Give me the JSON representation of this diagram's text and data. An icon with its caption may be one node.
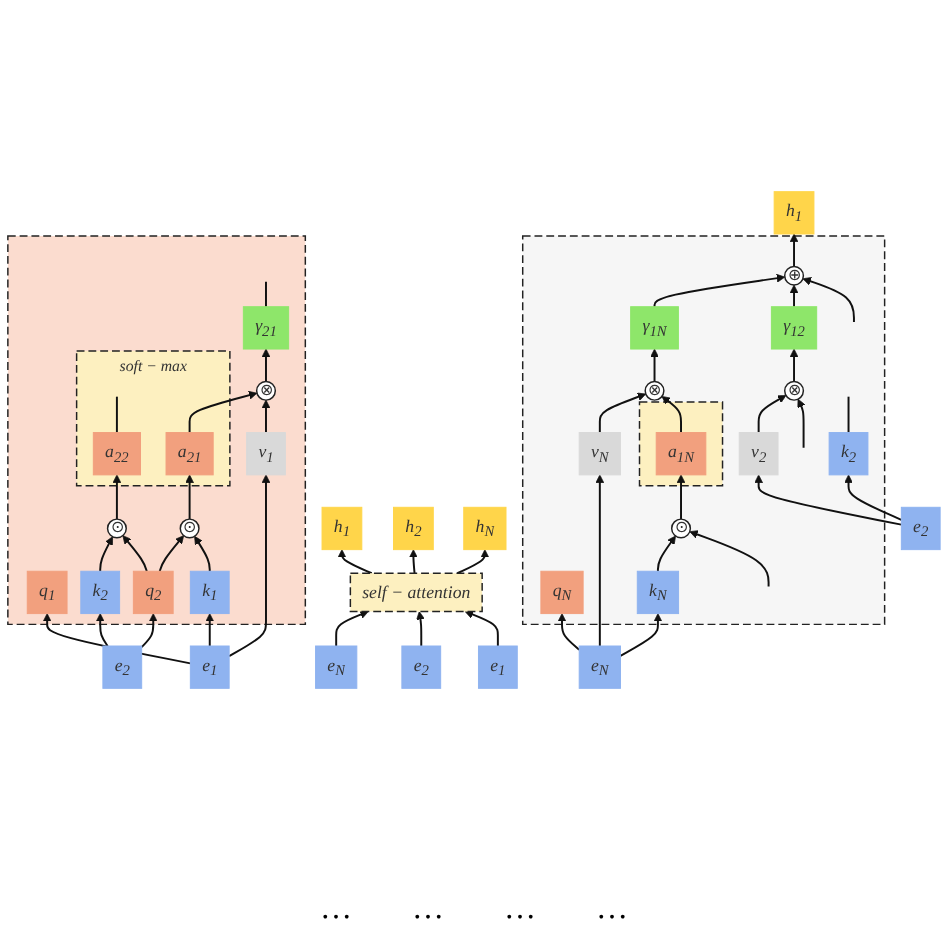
{
  "diagram": {
    "nodes": [
      {
        "text": [
          "h$_{1}$"
        ]
      },
      {
        "text": [],
        "shape": "box"
      },
      {
        "text": [
          "⊕"
        ],
        "in": 1
      },
      {
        "text": [
          "γ$_{12}$"
        ],
        "in": 1
      },
      {
        "text": [
          "γ$_{1N}$"
        ],
        "in": 1
      },
      {
        "text": [
          "⊗"
        ],
        "in": 1
      },
      {
        "text": [
          "⊗"
        ],
        "in": 1
      },
      {
        "text": [],
        "shape": "box",
        "in": 1
      },
      {
        "text": [
          "a$_{1N}$"
        ],
        "in": 7
      },
      {
        "text": [
          "⊙"
        ],
        "in": 1
      },
      {
        "text": [
          "k$_{2}$"
        ],
        "in": 1
      },
      {
        "text": [
          "v$_{2}$"
        ],
        "in": 1
      },
      {
        "text": [
          "q$_{N}$"
        ],
        "in": 1
      },
      {
        "text": [
          "k$_{N}$"
        ],
        "in": 1
      },
      {
        "text": [
          "v$_{N}$"
        ],
        "in": 1
      },
      {
        "text": [
          "e$_{2}$"
        ]
      },
      {
        "text": [
          "e$_{N}$"
        ]
      },
      {
        "text": [],
        "shape": "box"
      },
      {
        "text": [
          "γ$_{21}$"
        ],
        "in": 17
      },
      {
        "text": [
          "⊗"
        ],
        "in": 17
      },
      {
        "text": [
          "soft − max"
        ],
        "in": 17
      },
      {
        "text": [
          "a$_{21}$"
        ],
        "in": 20
      },
      {
        "text": [
          "a$_{22}$"
        ],
        "in": 20
      },
      {
        "text": [
          "⊙"
        ],
        "in": 17
      },
      {
        "text": [
          "⊙"
        ],
        "in": 17
      },
      {
        "text": [
          "q$_{1}$"
        ],
        "in": 17
      },
      {
        "text": [
          "k$_{1}$"
        ],
        "in": 17
      },
      {
        "text": [
          "v$_{1}$"
        ],
        "in": 17
      },
      {
        "text": [
          "q$_{2}$"
        ],
        "in": 17
      },
      {
        "text": [
          "k$_{2}$"
        ],
        "in": 17
      },
      {
        "text": [
          "e$_{1}$"
        ]
      },
      {
        "text": [
          "e$_{2}$"
        ]
      },
      {
        "text": [
          "h$_{1}$"
        ]
      },
      {
        "text": [
          "h$_{2}$"
        ]
      },
      {
        "text": [
          "h$_{N}$"
        ]
      },
      {
        "text": [
          "self − attention"
        ]
      },
      {
        "text": [
          "e$_{1}$"
        ]
      },
      {
        "text": [
          "e$_{2}$"
        ]
      },
      {
        "text": [
          "e$_{N}$"
        ]
      }
    ],
    "edges": [
      {
        "from": 2,
        "to": 0,
        "arrow": "to"
      },
      {
        "from": null,
        "to": 2,
        "arrow": "to"
      },
      {
        "from": 3,
        "to": 2,
        "arrow": "to"
      },
      {
        "from": 4,
        "to": 2,
        "arrow": "to"
      },
      {
        "from": 5,
        "to": 3,
        "arrow": "to"
      },
      {
        "from": 6,
        "to": 4,
        "arrow": "to"
      },
      {
        "from": null,
        "to": 5,
        "arrow": "to"
      },
      {
        "from": 11,
        "to": 5,
        "arrow": "to"
      },
      {
        "from": 8,
        "to": 6,
        "arrow": "to"
      },
      {
        "from": 14,
        "to": 6,
        "arrow": "to"
      },
      {
        "from": 9,
        "to": 8,
        "arrow": "to"
      },
      {
        "from": null,
        "to": 9,
        "arrow": "to"
      },
      {
        "from": 13,
        "to": 9,
        "arrow": "to"
      },
      {
        "from": 10,
        "to": null,
        "arrow": "none"
      },
      {
        "from": 15,
        "to": 10,
        "arrow": "to"
      },
      {
        "from": 15,
        "to": 11,
        "arrow": "to"
      },
      {
        "from": 16,
        "to": 12,
        "arrow": "to"
      },
      {
        "from": 16,
        "to": 13,
        "arrow": "to"
      },
      {
        "from": 16,
        "to": 14,
        "arrow": "to"
      },
      {
        "from": 18,
        "to": null,
        "arrow": "none"
      },
      {
        "from": 19,
        "to": 18,
        "arrow": "to"
      },
      {
        "from": 21,
        "to": 19,
        "arrow": "to"
      },
      {
        "from": 27,
        "to": 19,
        "arrow": "to"
      },
      {
        "from": 22,
        "to": null,
        "arrow": "none"
      },
      {
        "from": 23,
        "to": 21,
        "arrow": "to"
      },
      {
        "from": 24,
        "to": 22,
        "arrow": "to"
      },
      {
        "from": 26,
        "to": 23,
        "arrow": "to"
      },
      {
        "from": 28,
        "to": 23,
        "arrow": "to"
      },
      {
        "from": 28,
        "to": 24,
        "arrow": "to"
      },
      {
        "from": 29,
        "to": 24,
        "arrow": "to"
      },
      {
        "from": 30,
        "to": 25,
        "arrow": "to"
      },
      {
        "from": 30,
        "to": 26,
        "arrow": "to"
      },
      {
        "from": 30,
        "to": 27,
        "arrow": "to"
      },
      {
        "from": 31,
        "to": 28,
        "arrow": "to"
      },
      {
        "from": 31,
        "to": 29,
        "arrow": "to"
      },
      {
        "from": 36,
        "to": 35,
        "arrow": "to"
      },
      {
        "from": 37,
        "to": 35,
        "arrow": "to"
      },
      {
        "from": 38,
        "to": 35,
        "arrow": "to"
      },
      {
        "from": 35,
        "to": 32,
        "arrow": "to"
      },
      {
        "from": 35,
        "to": 33,
        "arrow": "to"
      },
      {
        "from": 35,
        "to": 34,
        "arrow": "to"
      }
    ],
    "labels": [
      "…",
      "…",
      "…",
      "…"
    ]
  }
}
